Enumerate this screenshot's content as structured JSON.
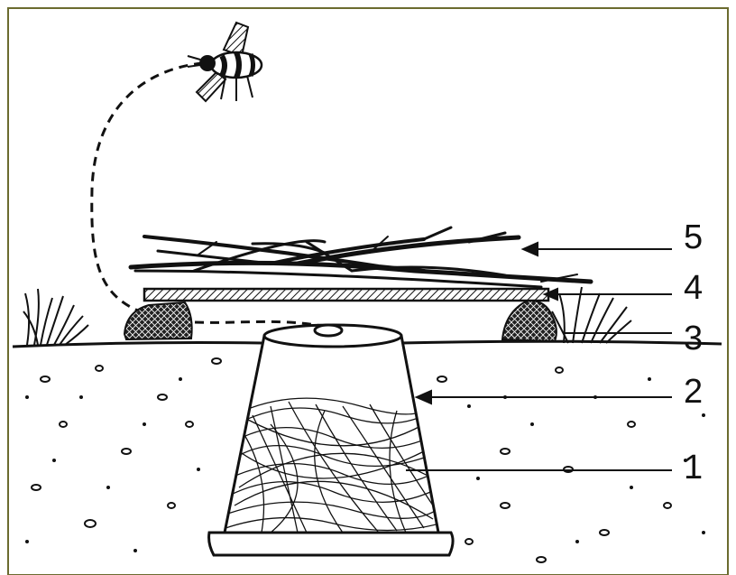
{
  "colors": {
    "frame": "#6b6b2f",
    "ink": "#111111",
    "background": "#ffffff"
  },
  "labels": [
    {
      "id": "label-1",
      "text": "1",
      "part": "nesting-material"
    },
    {
      "id": "label-2",
      "text": "2",
      "part": "upturned-pot"
    },
    {
      "id": "label-3",
      "text": "3",
      "part": "ground-level"
    },
    {
      "id": "label-4",
      "text": "4",
      "part": "board-roof"
    },
    {
      "id": "label-5",
      "text": "5",
      "part": "twigs-cover"
    }
  ],
  "icons": [
    "bee-icon"
  ]
}
